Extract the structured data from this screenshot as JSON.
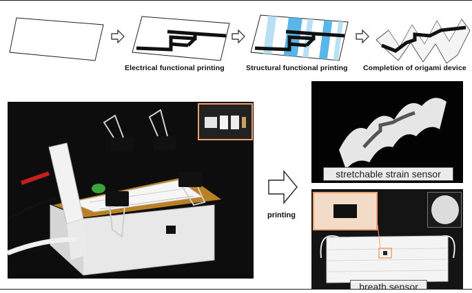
{
  "process_steps": [
    {
      "caption": ""
    },
    {
      "caption": "Electrical functional printing"
    },
    {
      "caption": "Structural functional printing"
    },
    {
      "caption": "Completion of origami device"
    }
  ],
  "flow_label": "printing",
  "results": {
    "top_label": "stretchable strain sensor",
    "bottom_label": "breath sensor"
  },
  "colors": {
    "trace": "#111111",
    "structural_band": "#5bb6e8",
    "inset_border": "#f0a070",
    "kapton": "#e0a030"
  }
}
